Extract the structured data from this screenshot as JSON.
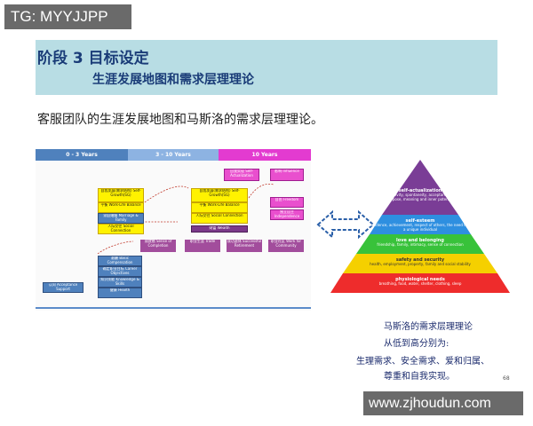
{
  "watermark_top": "TG: MYYJJPP",
  "header": {
    "stage": "阶段 3  目标设定",
    "subtitle": "生涯发展地图和需求层理理论"
  },
  "intro": "客服团队的生涯发展地图和马斯洛的需求层理理论。",
  "map": {
    "columns": [
      {
        "label": "0 - 3 Years",
        "color": "#4f81bd"
      },
      {
        "label": "3 - 10 Years",
        "color": "#8db3e2"
      },
      {
        "label": "10 Years",
        "color": "#e33bd0"
      }
    ],
    "boxes": {
      "self_growth": "自我发展(需求结构) Self-Growth(SG)",
      "work_life": "平衡 Work-Life Balance",
      "marriage": "家庭婚姻 Marriage & Family",
      "social": "人际交往 Social Connection",
      "self_growth2": "自我发展(需求结构) Self-Growth(SG)",
      "work_life2": "平衡 Work-Life Balance",
      "social2": "人际交往 Social Connection",
      "wealth": "财富 Wealth",
      "self_actual": "自我实现 Self-Actualization",
      "influence": "影响 Influence",
      "freedom": "自由 Freedom",
      "independence": "独立自主 Independence",
      "sense_comp": "成就感 Sense of Completion",
      "trade": "职业生涯 Trade",
      "succ_retire": "成功退休 Successful Retirement",
      "work_comm": "职业社区 Work for Community",
      "basic_comp": "薪酬 Basic Compensation",
      "career_obj": "确定职业目标 Career Objectives",
      "knowledge": "知识技能 Knowledge & Skills",
      "health": "健康 Health",
      "acceptance": "认同 Acceptance Support"
    }
  },
  "pyramid": {
    "levels": [
      {
        "title": "self-actualization",
        "desc": "morality, creativity, spontaneity, acceptance, experience purpose, meaning and inner potential",
        "color": "#7a3d96"
      },
      {
        "title": "self-esteem",
        "desc": "confidence, achievement, respect of others, the need to be a unique individual",
        "color": "#2e8fe0"
      },
      {
        "title": "love and belonging",
        "desc": "friendship, family, intimacy, sense of connection",
        "color": "#38c23a"
      },
      {
        "title": "safety and security",
        "desc": "health, employment, property, family and social stability",
        "color": "#f5d000"
      },
      {
        "title": "physiological needs",
        "desc": "breathing, food, water, shelter, clothing, sleep",
        "color": "#ee2c2c"
      }
    ]
  },
  "caption": {
    "line1": "马斯洛的需求层理理论",
    "line2": "从低到高分别为:",
    "line3": "生理需求、安全需求、爱和归属、",
    "line4": "尊重和自我实现。"
  },
  "page_number": "68",
  "watermark_bottom": "www.zjhoudun.com"
}
